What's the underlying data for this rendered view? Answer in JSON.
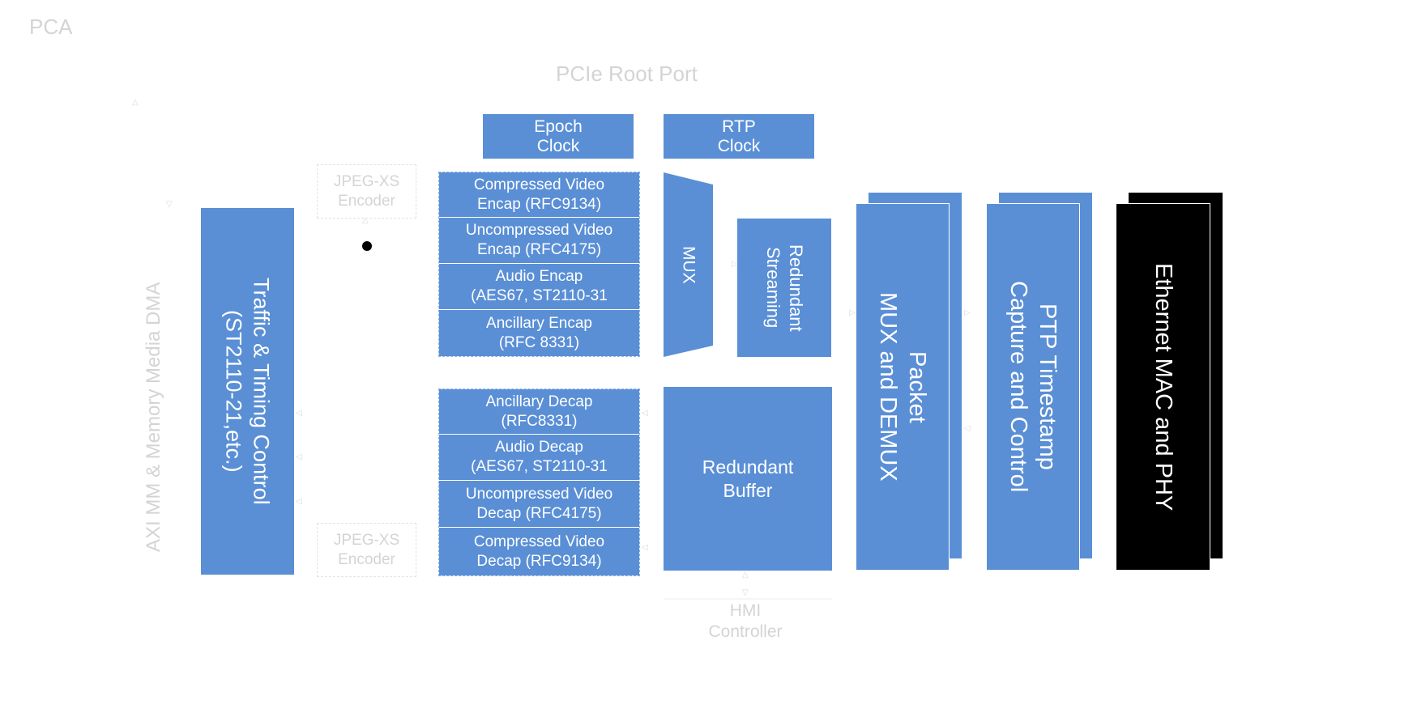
{
  "corner_label": "PCA",
  "top_title": "PCIe Root Port",
  "side_title": "AXI MM & Memory Media DMA",
  "clocks": {
    "epoch": [
      "Epoch",
      "Clock"
    ],
    "rtp": [
      "RTP",
      "Clock"
    ]
  },
  "traffic": [
    "Traffic & Timing Control",
    "(ST2110-21,etc.)"
  ],
  "jpeg_top": [
    "JPEG-XS",
    "Encoder"
  ],
  "jpeg_bottom": [
    "JPEG-XS",
    "Encoder"
  ],
  "encaps": [
    [
      "Compressed Video",
      "Encap (RFC9134)"
    ],
    [
      "Uncompressed Video",
      "Encap (RFC4175)"
    ],
    [
      "Audio Encap",
      "(AES67, ST2110-31"
    ],
    [
      "Ancillary Encap",
      "(RFC 8331)"
    ]
  ],
  "decaps": [
    [
      "Ancillary Decap",
      "(RFC8331)"
    ],
    [
      "Audio Decap",
      "(AES67, ST2110-31"
    ],
    [
      "Uncompressed Video",
      "Decap (RFC4175)"
    ],
    [
      "Compressed Video",
      "Decap (RFC9134)"
    ]
  ],
  "mux": "MUX",
  "redundant_streaming": [
    "Redundant",
    "Streaming"
  ],
  "redundant_buffer": [
    "Redundant",
    "Buffer"
  ],
  "packet": [
    "Packet",
    "MUX and DEMUX"
  ],
  "ptp": [
    "PTP Timestamp",
    "Capture and Control"
  ],
  "ethernet": "Ethernet MAC and PHY",
  "hmi": [
    "HMI",
    "Controller"
  ],
  "colors": {
    "block": "#5a8fd6",
    "ethernet": "#000000",
    "faint_text": "#d4d4d4"
  }
}
